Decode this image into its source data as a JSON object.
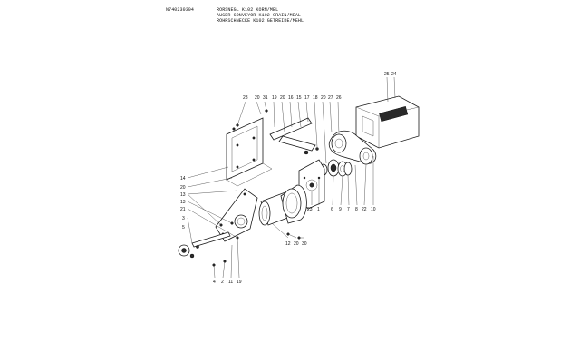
{
  "header": {
    "doc_number": "N740230304",
    "titles": [
      "RORSNEGL K102 KORN/MEL",
      "AUGER CONVEYOR K102 GRAIN/MEAL",
      "ROHRSCHNECKE K102 GETREIDE/MEHL"
    ]
  },
  "callouts": {
    "n28": "28",
    "n20a": "20",
    "n31": "31",
    "n19a": "19",
    "n20b": "20",
    "n16": "16",
    "n15": "15",
    "n17": "17",
    "n18": "18",
    "n20c": "20",
    "n27": "27",
    "n26": "26",
    "n25": "25",
    "n24": "24",
    "n14": "14",
    "n20d": "20",
    "n13a": "13",
    "n13b": "13",
    "n21": "21",
    "n3": "3",
    "n5": "5",
    "n23": "23",
    "n1": "1",
    "n6": "6",
    "n9": "9",
    "n7": "7",
    "n8": "8",
    "n22": "22",
    "n10": "10",
    "n12": "12",
    "n20e": "20",
    "n30": "30",
    "n4": "4",
    "n2": "2",
    "n11": "11",
    "n19b": "19"
  }
}
